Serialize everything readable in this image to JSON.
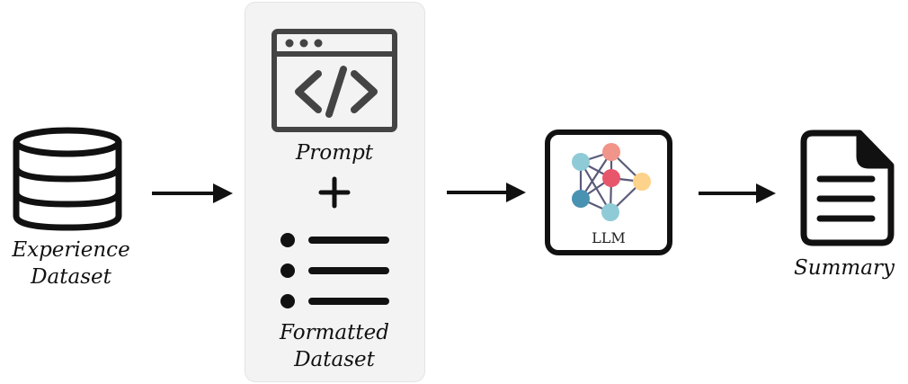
{
  "nodes": {
    "experience_dataset": {
      "icon": "database-icon",
      "label_line1": "Experience",
      "label_line2": "Dataset"
    },
    "prompt": {
      "icon": "code-window-icon",
      "label": "Prompt"
    },
    "plus_symbol": "+",
    "formatted_dataset": {
      "icon": "bullet-list-icon",
      "label_line1": "Formatted",
      "label_line2": "Dataset"
    },
    "llm": {
      "icon": "neural-network-icon",
      "label": "LLM"
    },
    "summary": {
      "icon": "document-icon",
      "label": "Summary"
    }
  },
  "colors": {
    "stroke": "#111111",
    "panel_background": "#f3f3f3",
    "code_window": "#444444",
    "network_node_teal": "#8fcbd6",
    "network_node_dark_teal": "#4a92b2",
    "network_node_salmon": "#f1948a",
    "network_node_red": "#e8566c",
    "network_node_yellow": "#fdd28a",
    "network_edge": "#5a5a7a"
  }
}
